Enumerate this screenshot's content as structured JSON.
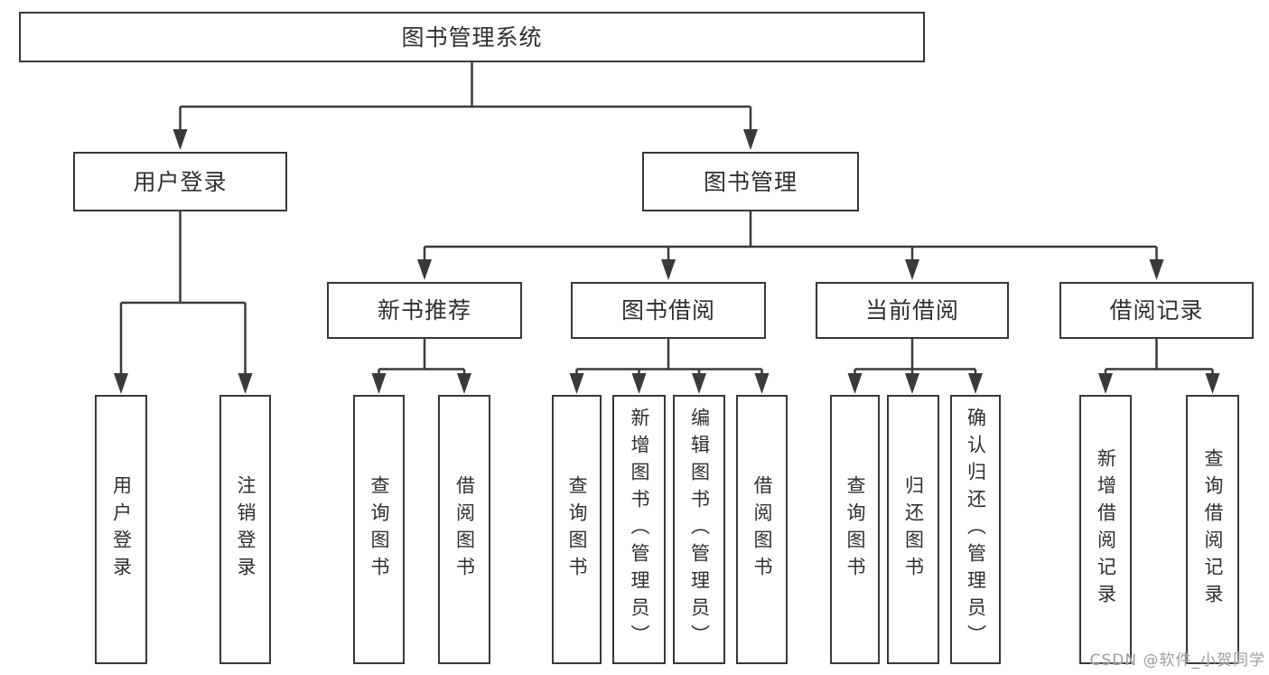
{
  "colors": {
    "line": "#3a3a3a",
    "box-border": "#383838",
    "text": "#2f2f2f",
    "watermark": "#9d9d9d",
    "bg": "#ffffff"
  },
  "watermark": {
    "text": "CSDN @软件_小贺同学"
  },
  "diagram": {
    "type": "hierarchy-tree",
    "title": "图书管理系统",
    "level2": [
      {
        "label": "用户登录",
        "children": [
          {
            "label": "用户登录"
          },
          {
            "label": "注销登录"
          }
        ]
      },
      {
        "label": "图书管理",
        "sections": [
          {
            "label": "新书推荐",
            "children": [
              {
                "label": "查询图书"
              },
              {
                "label": "借阅图书"
              }
            ]
          },
          {
            "label": "图书借阅",
            "children": [
              {
                "label": "查询图书"
              },
              {
                "label": "新增图书（管理员）"
              },
              {
                "label": "编辑图书（管理员）"
              },
              {
                "label": "借阅图书"
              }
            ]
          },
          {
            "label": "当前借阅",
            "children": [
              {
                "label": "查询图书"
              },
              {
                "label": "归还图书"
              },
              {
                "label": "确认归还（管理员）"
              }
            ]
          },
          {
            "label": "借阅记录",
            "children": [
              {
                "label": "新增借阅记录"
              },
              {
                "label": "查询借阅记录"
              }
            ]
          }
        ]
      }
    ]
  }
}
